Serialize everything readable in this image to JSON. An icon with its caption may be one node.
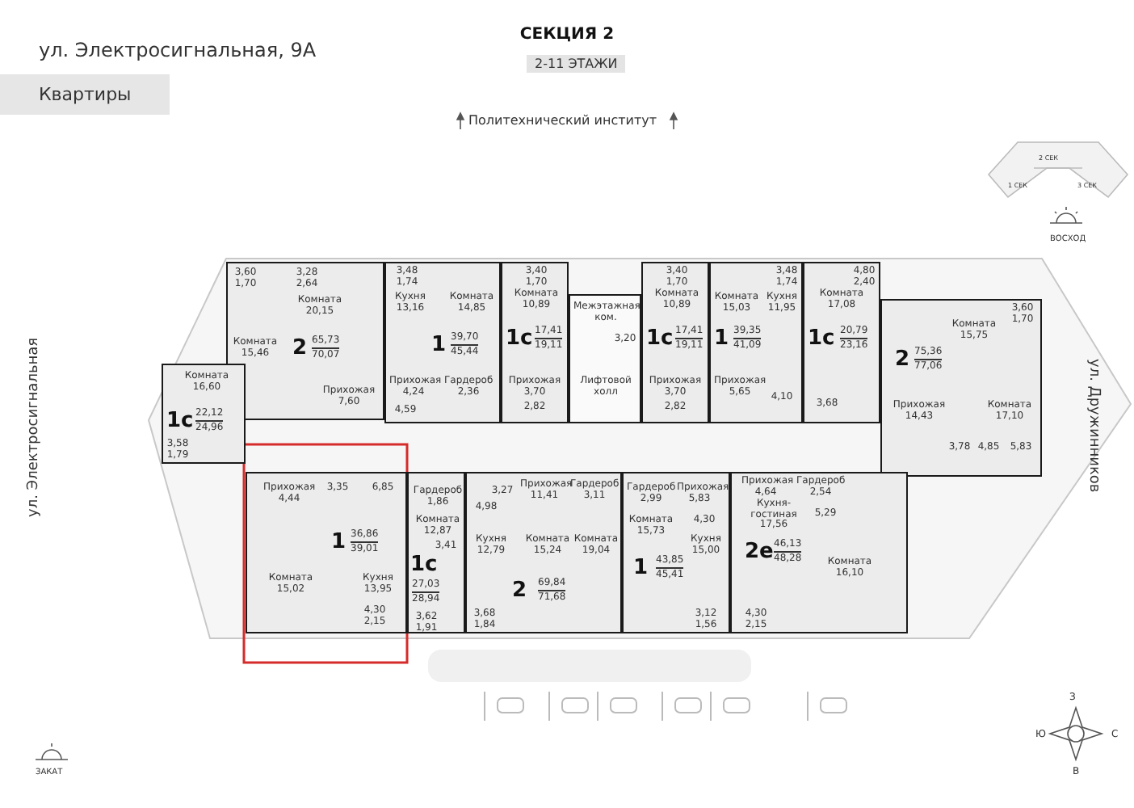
{
  "diagram": {
    "title": "СЕКЦИЯ 2",
    "nodes": [
      {
        "text": [
          "3,60 1,70",
          "3,28 2,64",
          "Комната 20,15",
          "Комната 15,46",
          "2",
          "65,73",
          "70,07",
          "Прихожая 7,60"
        ]
      },
      {
        "text": [
          "3,48 1,74",
          "Кухня 13,16",
          "Комната 14,85",
          "1",
          "39,70",
          "45,44",
          "Прихожая 4,24",
          "Гардероб 2,36",
          "4,59"
        ]
      },
      {
        "text": [
          "3,40 1,70",
          "Комната 10,89",
          "1с",
          "17,41",
          "19,11",
          "Прихожая 3,70",
          "2,82"
        ]
      },
      {
        "text": [
          "Межэтажная ком.",
          "3,20",
          "Лифтовой холл"
        ]
      },
      {
        "text": [
          "3,40 1,70",
          "Комната 10,89",
          "1с",
          "17,41",
          "19,11",
          "Прихожая 3,70",
          "2,82"
        ]
      },
      {
        "text": [
          "3,48 1,74",
          "Комната 15,03",
          "Кухня 11,95",
          "1",
          "39,35",
          "41,09",
          "Прихожая 5,65",
          "4,10"
        ]
      },
      {
        "text": [
          "4,80 2,40",
          "Комната 17,08",
          "1с",
          "20,79",
          "23,16",
          "3,68"
        ]
      },
      {
        "text": [
          "3,60 1,70",
          "Комната 15,75",
          "2",
          "75,36",
          "77,06",
          "Прихожая 14,43",
          "Комната 17,10",
          "3,78",
          "4,85",
          "5,83"
        ]
      },
      {
        "text": [
          "Комната 16,60",
          "1с",
          "22,12",
          "24,96",
          "3,58 1,79"
        ]
      },
      {
        "text": [
          "Прихожая 4,44",
          "3,35",
          "6,85",
          "1",
          "36,86",
          "39,01",
          "Комната 15,02",
          "Кухня 13,95",
          "4,30 2,15"
        ]
      },
      {
        "text": [
          "Гардероб 1,86",
          "Комната 12,87",
          "3,41",
          "1с",
          "27,03",
          "28,94",
          "3,62 1,91"
        ]
      },
      {
        "text": [
          "3,27",
          "Прихожая 11,41",
          "Гардероб 3,11",
          "4,98",
          "Кухня 12,79",
          "Комната 15,24",
          "Комната 19,04",
          "2",
          "69,84",
          "71,68",
          "3,68 1,84"
        ]
      },
      {
        "text": [
          "Гардероб 2,99",
          "Прихожая 5,83",
          "Комната 15,73",
          "4,30",
          "Кухня 15,00",
          "1",
          "43,85",
          "45,41",
          "3,12 1,56"
        ]
      },
      {
        "text": [
          "Прихожая 4,64",
          "Гардероб 2,54",
          "Кухня-гостиная 17,56",
          "5,29",
          "2е",
          "46,13",
          "48,28",
          "Комната 16,10",
          "4,30 2,15"
        ]
      }
    ],
    "labels": [
      "ул. Электросигнальная, 9А",
      "2-11 ЭТАЖИ",
      "Квартиры",
      "Политехнический институт",
      "2 СЕК",
      "1 СЕК",
      "3 СЕК",
      "ВОСХОД",
      "ул. Электросигнальная",
      "ул. Дружинников",
      "З",
      "Ю",
      "С",
      "ЗАКАТ",
      "В"
    ]
  }
}
